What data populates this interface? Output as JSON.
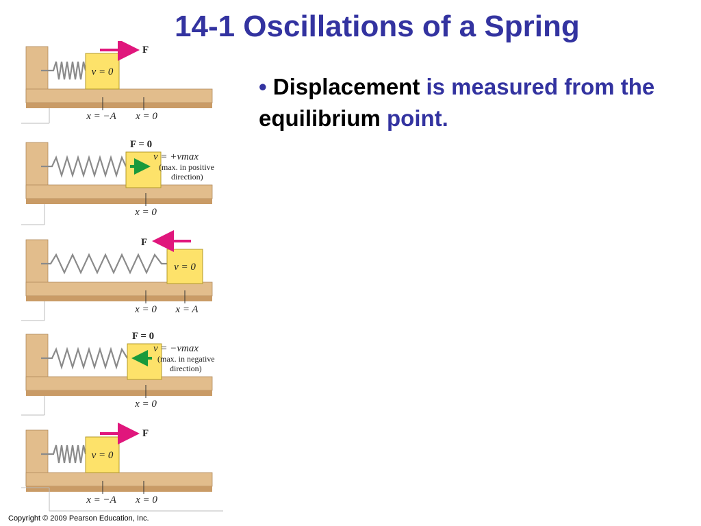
{
  "slide": {
    "title": "14-1 Oscillations of a Spring",
    "bullet": {
      "marker": "•",
      "parts": [
        {
          "text": "Displacement",
          "style": "black"
        },
        {
          "text": " is measured from the ",
          "style": "blue"
        },
        {
          "text": "equilibrium",
          "style": "black"
        },
        {
          "text": " point.",
          "style": "blue"
        }
      ]
    },
    "copyright": "Copyright © 2009 Pearson Education, Inc."
  },
  "colors": {
    "title": "#3333a0",
    "wood": "#e2bd8c",
    "block": "#fde26a",
    "force_arrow": "#e0167c",
    "velocity_arrow": "#1a9a3c"
  },
  "diagram": {
    "panels": [
      {
        "block_label": "v = 0",
        "force_label": "F",
        "force_direction": "right",
        "ticks": [
          "x = −A",
          "x = 0"
        ]
      },
      {
        "force_label": "F = 0",
        "velocity_label": "v = +vmax",
        "velocity_note_1": "(max. in positive",
        "velocity_note_2": "direction)",
        "velocity_direction": "right",
        "ticks": [
          "x = 0"
        ]
      },
      {
        "block_label": "v = 0",
        "force_label": "F",
        "force_direction": "left",
        "ticks": [
          "x = 0",
          "x = A"
        ]
      },
      {
        "force_label": "F = 0",
        "velocity_label": "v = −vmax",
        "velocity_note_1": "(max. in negative",
        "velocity_note_2": "direction)",
        "velocity_direction": "left",
        "ticks": [
          "x = 0"
        ]
      },
      {
        "block_label": "v = 0",
        "force_label": "F",
        "force_direction": "right",
        "ticks": [
          "x = −A",
          "x = 0"
        ]
      }
    ]
  }
}
